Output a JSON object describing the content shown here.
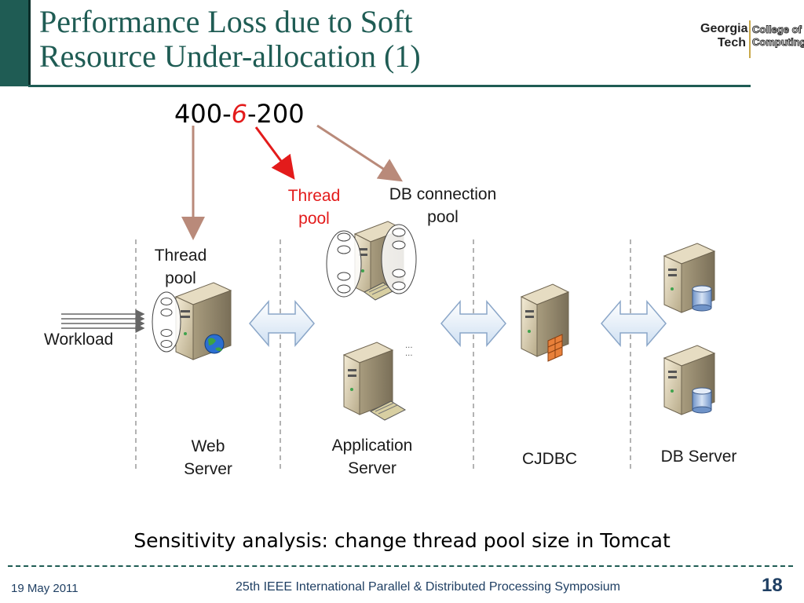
{
  "slide": {
    "title_line1": "Performance Loss due to Soft",
    "title_line2": "Resource Under-allocation (1)",
    "logo": {
      "left_line1": "Georgia",
      "left_line2": "Tech",
      "right_line1": "College of",
      "right_line2": "Computing"
    },
    "config": {
      "part1": "400-",
      "part2": "6",
      "part3": "-200"
    },
    "labels": {
      "thread_pool_red_line1": "Thread",
      "thread_pool_red_line2": "pool",
      "db_conn_pool_line1": "DB connection",
      "db_conn_pool_line2": "pool",
      "web_thread_pool_line1": "Thread",
      "web_thread_pool_line2": "pool",
      "workload": "Workload",
      "web_server_line1": "Web",
      "web_server_line2": "Server",
      "app_server_line1": "Application",
      "app_server_line2": "Server",
      "cjdbc": "CJDBC",
      "db_server": "DB Server",
      "ellipsis1": "...",
      "ellipsis2": "..."
    },
    "caption": "Sensitivity analysis: change thread pool size in Tomcat",
    "footer": {
      "date": "19 May 2011",
      "conference": "25th IEEE International Parallel & Distributed Processing Symposium",
      "page": "18"
    },
    "colors": {
      "accent": "#1f5c54",
      "highlight": "#e31b1b",
      "arrow_brown": "#b98a7a",
      "footer_text": "#1f3f63"
    }
  }
}
